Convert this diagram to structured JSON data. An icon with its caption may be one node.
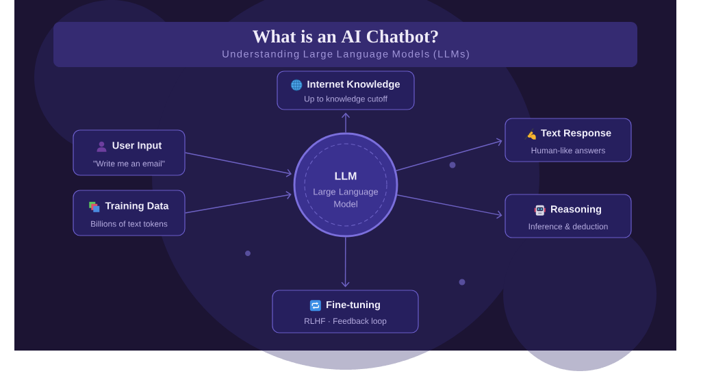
{
  "diagram": {
    "title": "What is an AI Chatbot?",
    "nodes": [
      {
        "text": [
          "Internet Knowledge",
          "Up to knowledge cutoff"
        ]
      },
      {
        "text": [
          "User Input",
          "\"Write me an email\""
        ]
      },
      {
        "text": [
          "Training Data",
          "Billions of text tokens"
        ]
      },
      {
        "text": [
          "LLM",
          "Large Language Model"
        ]
      },
      {
        "text": [
          "Text Response",
          "Human-like answers"
        ]
      },
      {
        "text": [
          "Reasoning",
          "Inference & deduction"
        ]
      },
      {
        "text": [
          "Fine-tuning",
          "RLHF · Feedback loop"
        ]
      }
    ],
    "edges": [
      {
        "from": 1,
        "to": 3,
        "arrow": "to"
      },
      {
        "from": 2,
        "to": 3,
        "arrow": "to"
      },
      {
        "from": 3,
        "to": 0,
        "arrow": "to"
      },
      {
        "from": 3,
        "to": 4,
        "arrow": "to"
      },
      {
        "from": 3,
        "to": 5,
        "arrow": "to"
      },
      {
        "from": 3,
        "to": 6,
        "arrow": "to"
      }
    ],
    "labels": [
      "Understanding Large Language Models (LLMs)"
    ]
  }
}
